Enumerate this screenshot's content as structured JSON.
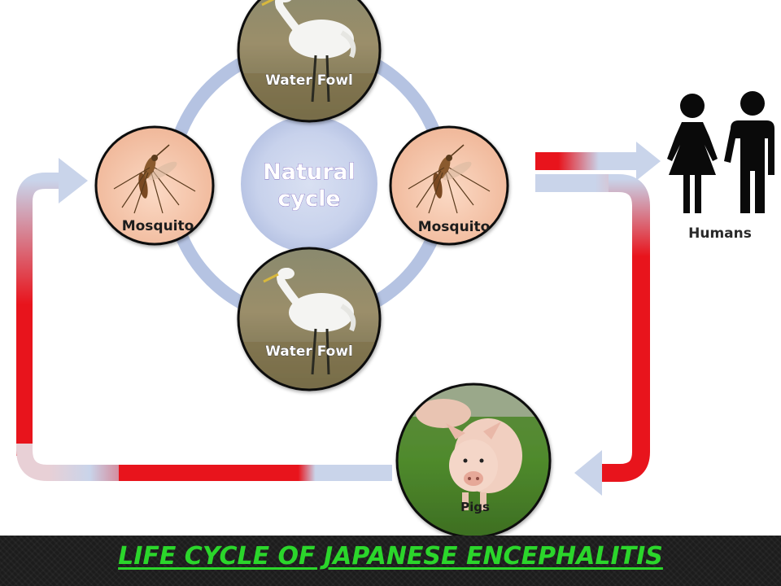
{
  "center": {
    "label_line1": "Natural",
    "label_line2": "cycle"
  },
  "nodes": {
    "waterfowl_top": "Water Fowl",
    "mosquito_left": "Mosquito",
    "mosquito_right": "Mosquito",
    "waterfowl_bottom": "Water Fowl",
    "pigs": "Pigs",
    "humans": "Humans"
  },
  "footer": {
    "title": "LIFE CYCLE OF JAPANESE ENCEPHALITIS"
  },
  "colors": {
    "red": "#e8141c",
    "pale_blue": "#c9d4ea",
    "ring_blue": "#b5c3e2",
    "title_green": "#2bd62b",
    "center_purple": "#5f3fae"
  }
}
